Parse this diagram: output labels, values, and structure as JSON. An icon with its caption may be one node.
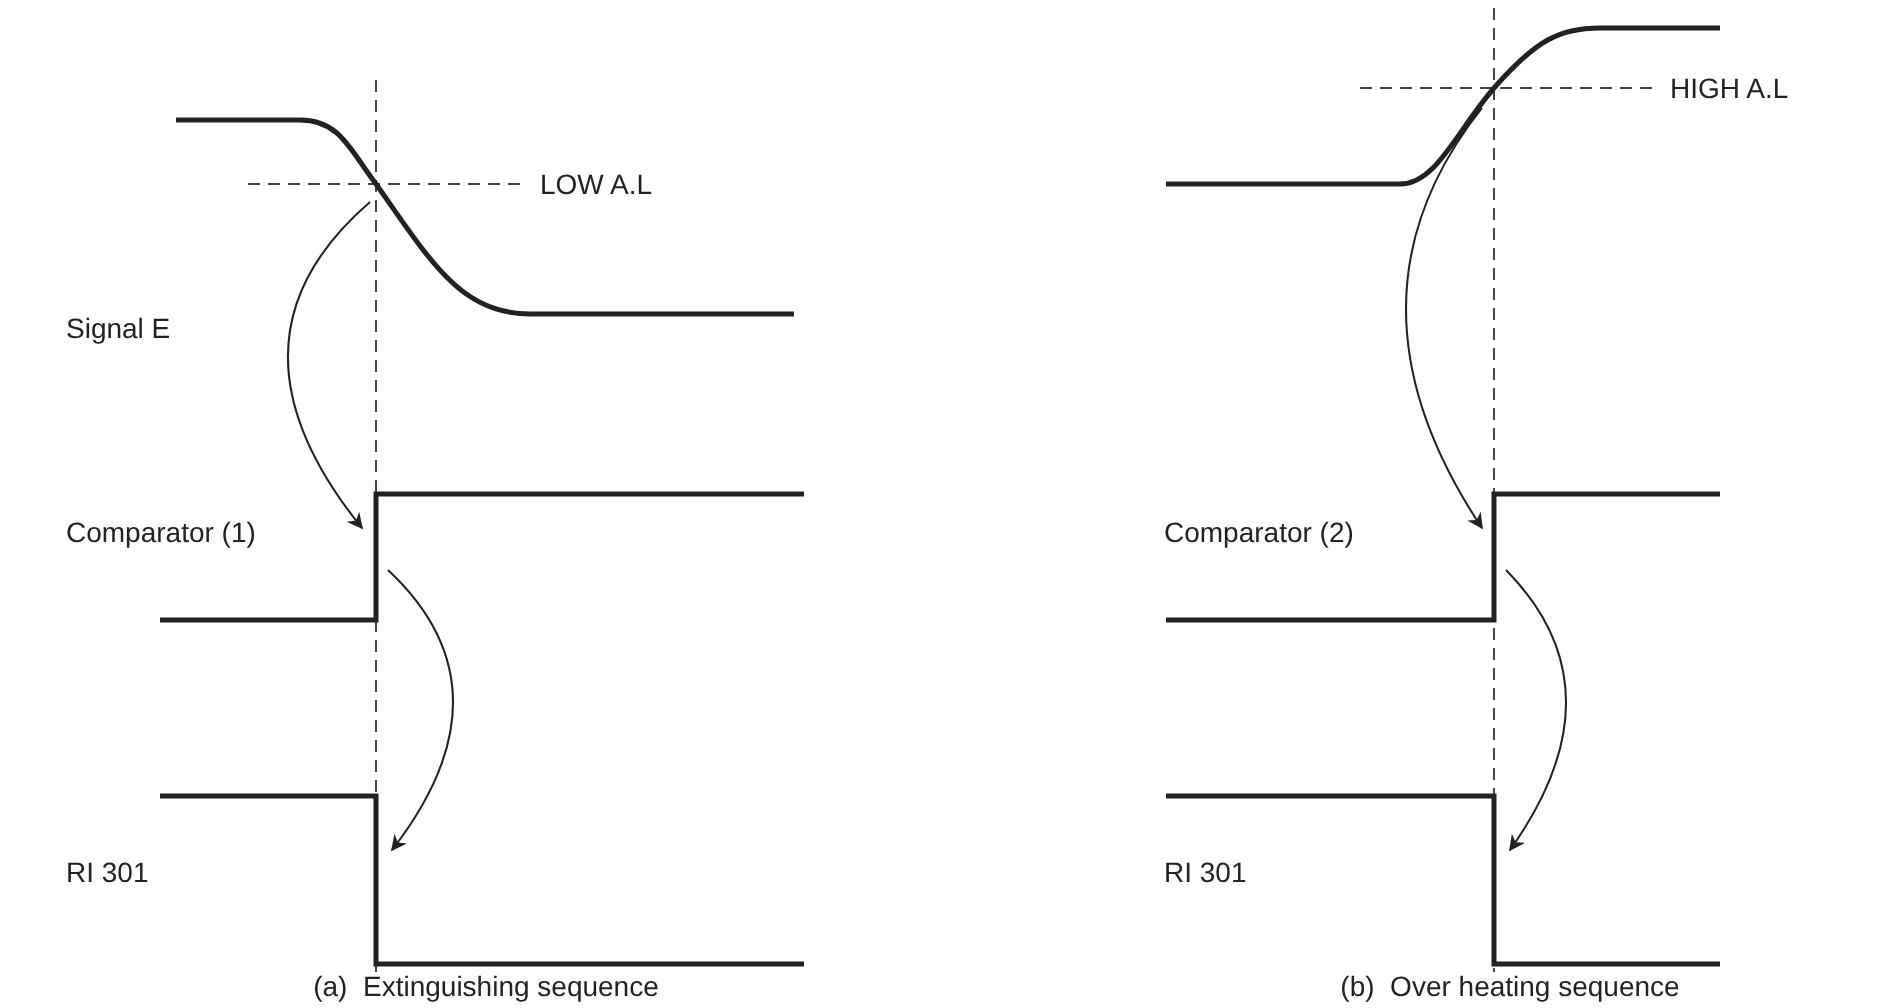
{
  "diagram": {
    "nodes": [
      {
        "text": [
          "Signal E"
        ]
      },
      {
        "text": [
          "Comparator (1)"
        ]
      },
      {
        "text": [
          "RI 301"
        ]
      },
      {
        "text": [],
        "shape": "line"
      },
      {
        "text": [
          "Comparator (2)"
        ]
      },
      {
        "text": [
          "RI 301"
        ]
      }
    ],
    "edges": [
      {
        "from": 0,
        "to": 1,
        "arrow": "to"
      },
      {
        "from": 1,
        "to": 2,
        "arrow": "to"
      },
      {
        "from": 3,
        "to": 4,
        "arrow": "to"
      },
      {
        "from": 4,
        "to": 5,
        "arrow": "to"
      }
    ],
    "labels": [
      "LOW A.L",
      "HIGH A.L",
      "(a)  Extinguishing sequence",
      "(b)  Over heating sequence"
    ]
  }
}
